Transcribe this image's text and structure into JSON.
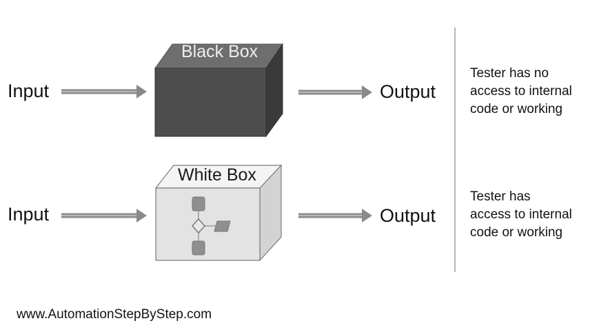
{
  "diagram": {
    "black_row": {
      "input_label": "Input",
      "box_label": "Black Box",
      "output_label": "Output",
      "description": [
        "Tester has no",
        "access to internal",
        "code or working"
      ]
    },
    "white_row": {
      "input_label": "Input",
      "box_label": "White Box",
      "output_label": "Output",
      "description": [
        "Tester has",
        "access to internal",
        "code or working"
      ]
    },
    "footer_url": "www.AutomationStepByStep.com"
  },
  "colors": {
    "black_box_front": "#4d4d4d",
    "black_box_top": "#6e6e6e",
    "black_box_side": "#3a3a3a",
    "white_box_front": "#e3e3e3",
    "white_box_top": "#f4f4f4",
    "white_box_side": "#d3d3d3",
    "arrow": "#8a8a8a",
    "divider": "#b5b5b5",
    "flow_shape": "#8f8f8f"
  },
  "icons": [
    "arrow-right-icon",
    "flowchart-icon"
  ]
}
